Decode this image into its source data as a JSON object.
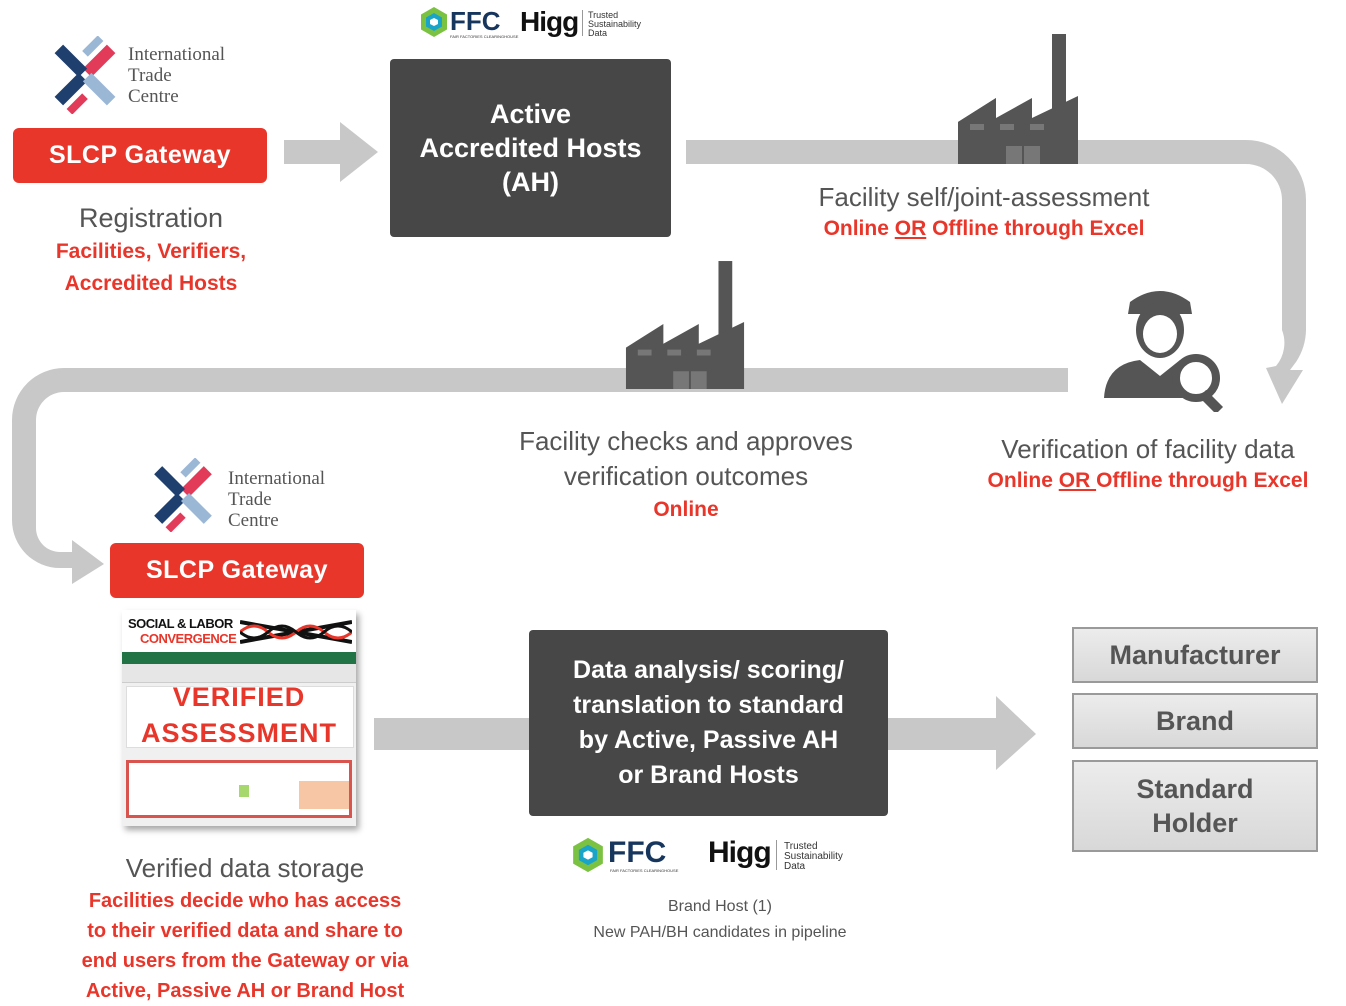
{
  "top_left": {
    "itc_lines": [
      "International",
      "Trade",
      "Centre"
    ],
    "gateway_label": "SLCP  Gateway",
    "registration_title": "Registration",
    "registration_sub": [
      "Facilities, Verifiers,",
      "Accredited Hosts"
    ]
  },
  "top_logos": {
    "ffc": "FFC",
    "ffc_sub": "FAIR FACTORIES CLEARINGHOUSE",
    "higg": "Higg",
    "higg_sub": [
      "Trusted",
      "Sustainability",
      "Data"
    ]
  },
  "active_hosts_box": [
    "Active",
    "Accredited Hosts",
    "(AH)"
  ],
  "self_assessment": {
    "title": "Facility self/joint-assessment",
    "sub_a": "Online ",
    "sub_or": "OR",
    "sub_b": " Offline through Excel"
  },
  "verification": {
    "title": "Verification of facility data",
    "sub_a": "Online ",
    "sub_or": "OR ",
    "sub_b": "Offline through Excel"
  },
  "approval": {
    "lines": [
      "Facility checks and approves",
      "verification outcomes"
    ],
    "sub": "Online"
  },
  "mid_left": {
    "itc_lines": [
      "International",
      "Trade",
      "Centre"
    ],
    "gateway_label": "SLCP  Gateway"
  },
  "assessment_image": {
    "brand_line1": "SOCIAL & LABOR",
    "brand_line2": "CONVERGENCE",
    "overlay1": "VERIFIED",
    "overlay2": "ASSESSMENT"
  },
  "storage": {
    "title": "Verified data storage",
    "sub": [
      "Facilities decide who has access",
      "to their verified data and share to",
      "end users from the Gateway or via",
      "Active, Passive AH or Brand Host"
    ]
  },
  "analysis_box": [
    "Data analysis/ scoring/",
    "translation to standard",
    "by Active, Passive AH",
    "or Brand Hosts"
  ],
  "bottom_logos": {
    "ffc": "FFC",
    "ffc_sub": "FAIR FACTORIES CLEARINGHOUSE",
    "higg": "Higg",
    "higg_sub": [
      "Trusted",
      "Sustainability",
      "Data"
    ]
  },
  "brand_host": [
    "Brand Host (1)",
    "New PAH/BH candidates in pipeline"
  ],
  "end_users": [
    "Manufacturer",
    "Brand",
    "Standard Holder"
  ],
  "colors": {
    "accent_red": "#e8362b",
    "dark_box": "#474747",
    "arrow_gray": "#c8c8c8",
    "icon_gray": "#555555"
  }
}
